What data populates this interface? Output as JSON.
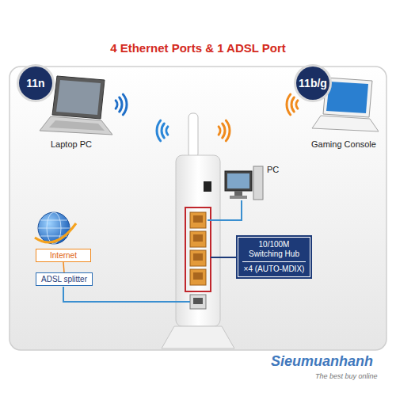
{
  "diagram": {
    "title": "4 Ethernet Ports & 1 ADSL Port",
    "nodes": [
      {
        "text": [
          "11n"
        ]
      },
      {
        "text": [
          "11b/g"
        ]
      },
      {
        "text": [
          "10/100M Switching Hub",
          "×4 (AUTO-MDIX)"
        ]
      },
      {
        "text": [
          "Internet"
        ]
      },
      {
        "text": [
          "ADSL splitter"
        ]
      }
    ],
    "edges": [
      {
        "from": 3,
        "to": 4,
        "arrow": "none"
      }
    ],
    "labels": [
      "Laptop PC",
      "Gaming Console",
      "PC",
      "Sieumuanhanh",
      "The best buy online"
    ]
  }
}
